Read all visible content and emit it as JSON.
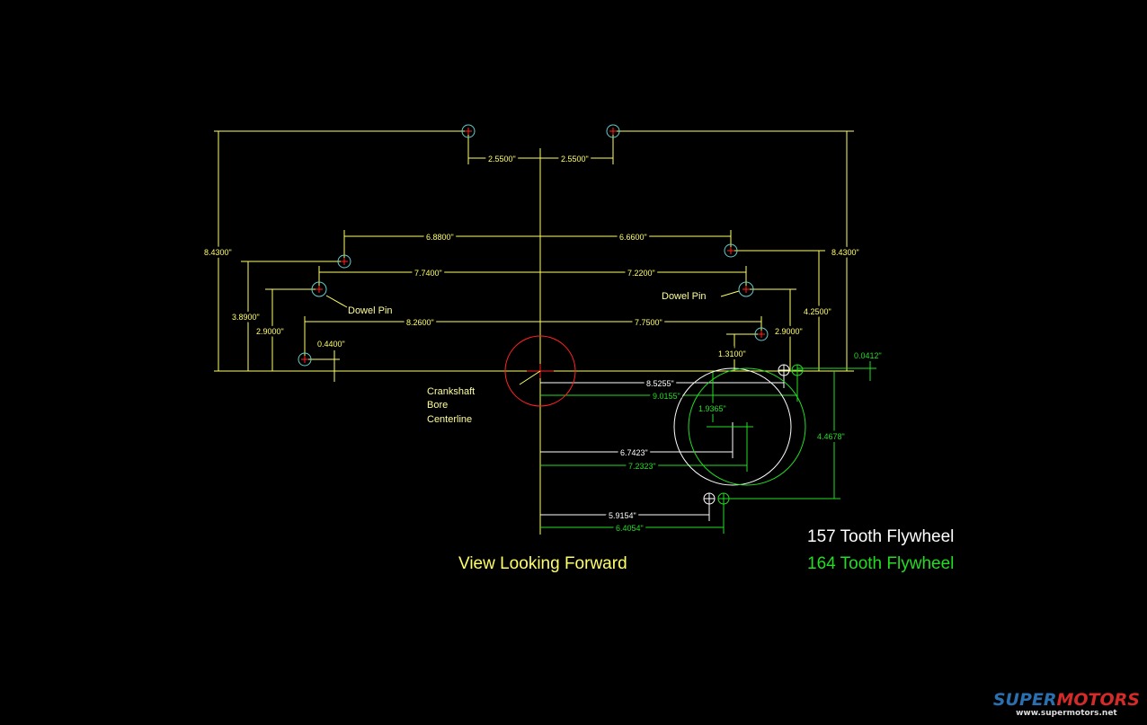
{
  "drawing": {
    "title": "View Looking Forward",
    "labels": {
      "dowel_pin_left": "Dowel Pin",
      "dowel_pin_right": "Dowel Pin",
      "crank_line1": "Crankshaft",
      "crank_line2": "Bore",
      "crank_line3": "Centerline"
    },
    "dims_yellow": {
      "top_left": "2.5500\"",
      "top_right": "2.5500\"",
      "h1_left": "6.8800\"",
      "h1_right": "6.6600\"",
      "h2_left": "7.7400\"",
      "h2_right": "7.2200\"",
      "h3_left": "8.2600\"",
      "h3_right": "7.7500\"",
      "v_left_outer": "8.4300\"",
      "v_left_2": "3.8900\"",
      "v_left_3": "2.9000\"",
      "v_left_4": "0.4400\"",
      "v_right_outer": "8.4300\"",
      "v_right_2": "4.2500\"",
      "v_right_3": "2.9000\"",
      "v_right_4": "1.3100\""
    },
    "dims_157": {
      "a": "8.5255\"",
      "b": "6.7423\"",
      "c": "5.9154\""
    },
    "dims_164": {
      "a": "9.0155\"",
      "b": "7.2323\"",
      "c": "6.4054\"",
      "d": "1.9365\"",
      "e": "4.4678\"",
      "f": "0.0412\""
    },
    "legend": {
      "white": "157 Tooth Flywheel",
      "green": "164 Tooth Flywheel"
    },
    "colors": {
      "dims": "#ffff66",
      "flywheel_157": "#ffffff",
      "flywheel_164": "#22dd22",
      "bolt": "#66cccc",
      "center": "#ff2222"
    }
  },
  "watermark": {
    "brand_a": "SUPER",
    "brand_b": "MOTORS",
    "url": "www.supermotors.net"
  }
}
